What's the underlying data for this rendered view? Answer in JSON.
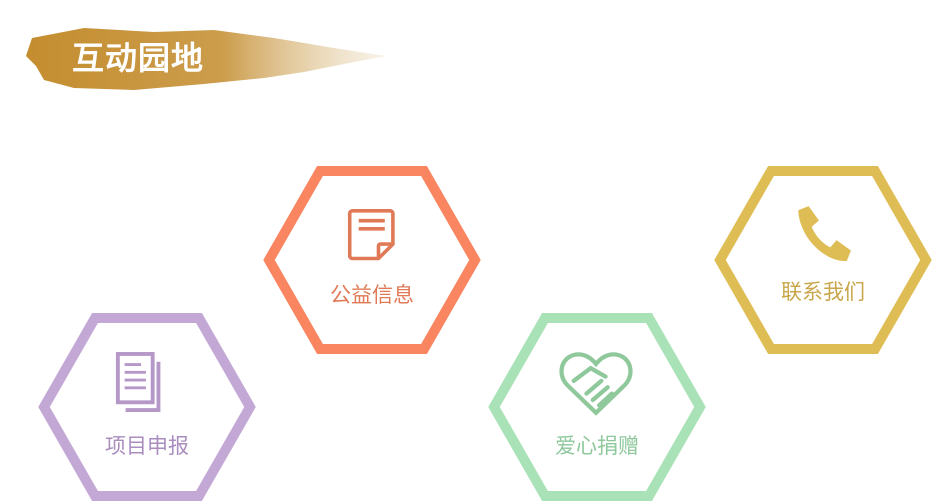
{
  "section": {
    "title": "互动园地",
    "brush_color": "#c48d2f"
  },
  "tiles": [
    {
      "id": "public-info",
      "label": "公益信息",
      "icon": "document-icon",
      "border": "#f98660",
      "text": "#e07a56"
    },
    {
      "id": "contact-us",
      "label": "联系我们",
      "icon": "phone-icon",
      "border": "#dfbd55",
      "text": "#c9a64a"
    },
    {
      "id": "project-apply",
      "label": "项目申报",
      "icon": "documents-icon",
      "border": "#c3a8d6",
      "text": "#a98dbf"
    },
    {
      "id": "donation",
      "label": "爱心捐赠",
      "icon": "heart-handshake-icon",
      "border": "#a9e2b6",
      "text": "#8ec89b"
    }
  ]
}
